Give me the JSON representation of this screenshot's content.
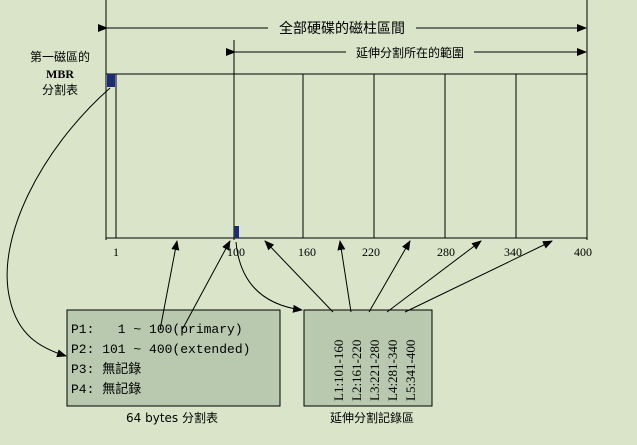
{
  "header": {
    "disk_range_label": "全部硬碟的磁柱區間",
    "extended_range_label": "延伸分割所在的範圍"
  },
  "mbr_label": {
    "line1": "第一磁區的",
    "line2": "MBR",
    "line3": "分割表"
  },
  "cylinder_ticks": [
    "1",
    "100",
    "160",
    "220",
    "280",
    "340",
    "400"
  ],
  "partition_table": {
    "rows": [
      "P1:   1 ~ 100(primary)",
      "P2: 101 ~ 400(extended)",
      "P3: 無記錄",
      "P4: 無記錄"
    ],
    "caption": "64 bytes 分割表"
  },
  "extended_records": {
    "rows": [
      "L1:101-160",
      "L2:161-220",
      "L3:221-280",
      "L4:281-340",
      "L5:341-400"
    ],
    "caption": "延伸分割記錄區"
  },
  "colors": {
    "background": "#d9e4c9",
    "box_fill": "#b8c9b0",
    "marker": "#1b2d7a",
    "line": "#000000"
  }
}
